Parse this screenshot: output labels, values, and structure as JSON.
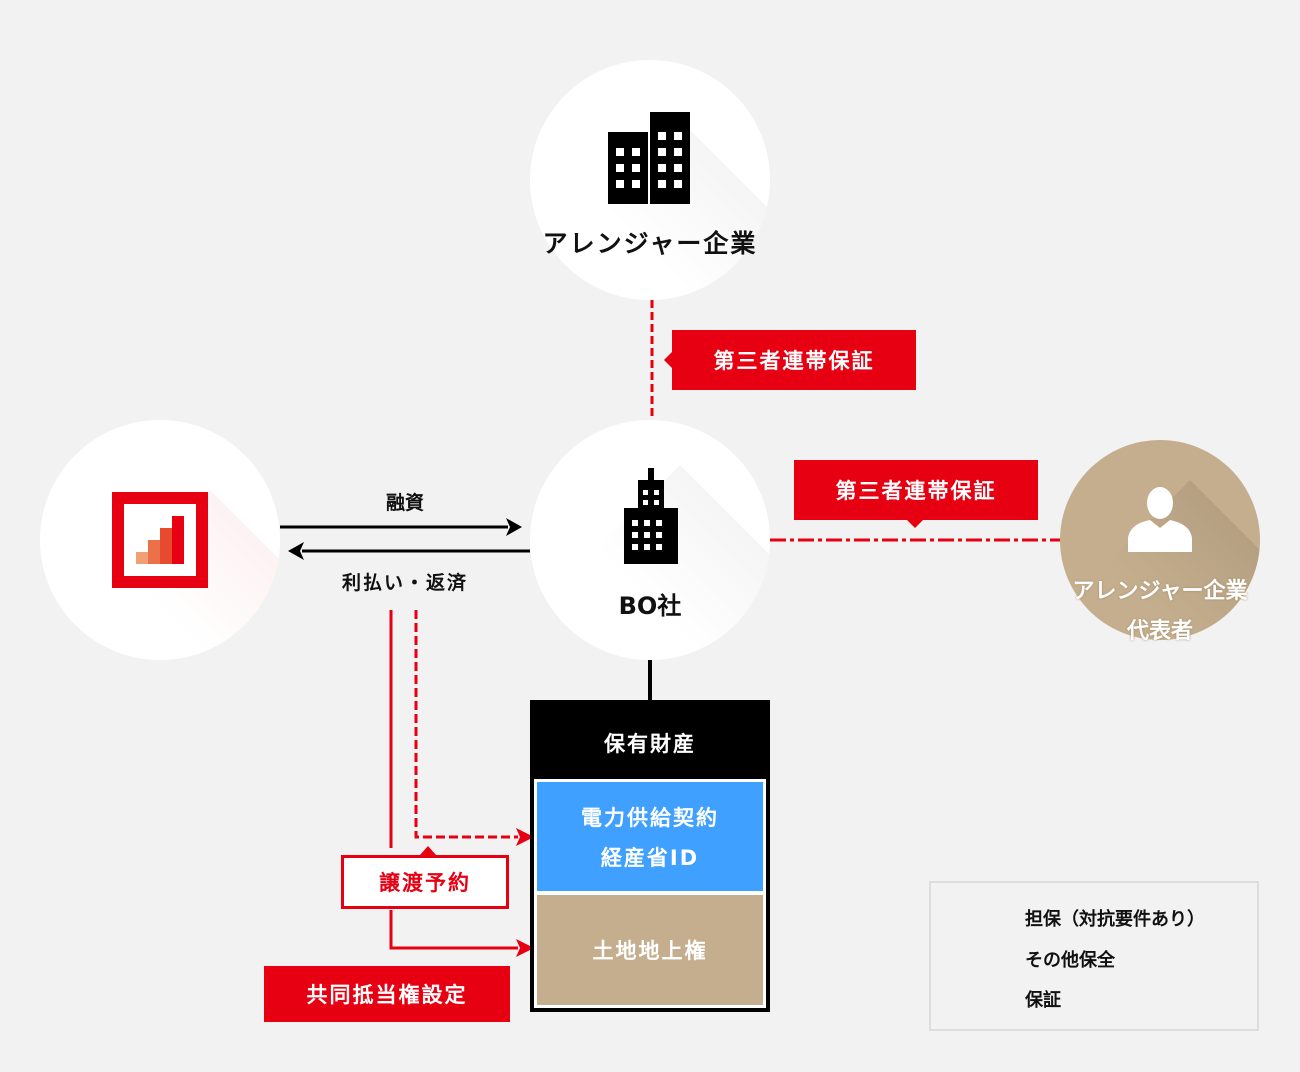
{
  "nodes": {
    "arranger": "アレンジャー企業",
    "bo": "BO社",
    "representative_line1": "アレンジャー企業",
    "representative_line2": "代表者"
  },
  "labels": {
    "guarantee_top": "第三者連帯保証",
    "guarantee_right": "第三者連帯保証",
    "loan": "融資",
    "repayment": "利払い・返済",
    "transfer_reservation": "譲渡予約",
    "joint_mortgage": "共同抵当権設定"
  },
  "assets": {
    "title": "保有財産",
    "contract_line1": "電力供給契約",
    "contract_line2": "経産省ID",
    "land": "土地地上権"
  },
  "legend": [
    {
      "label": "担保（対抗要件あり）",
      "style": "solid-arrow"
    },
    {
      "label": "その他保全",
      "style": "dashed-arrow"
    },
    {
      "label": "保証",
      "style": "dash-dot"
    }
  ],
  "colors": {
    "red": "#e60012",
    "blue": "#3fa0ff",
    "tan": "#c4ae8d",
    "black": "#000000"
  }
}
